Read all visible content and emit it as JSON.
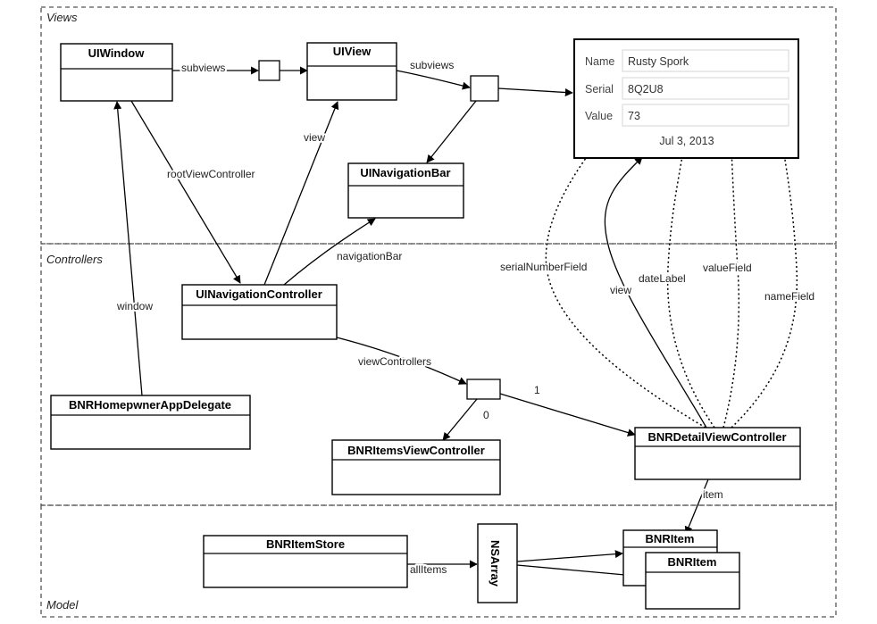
{
  "zones": {
    "views": "Views",
    "controllers": "Controllers",
    "model": "Model"
  },
  "classes": {
    "ui_window": "UIWindow",
    "ui_view": "UIView",
    "ui_navigation_bar": "UINavigationBar",
    "ui_navigation_controller": "UINavigationController",
    "app_delegate": "BNRHomepwnerAppDelegate",
    "items_view_controller": "BNRItemsViewController",
    "detail_view_controller": "BNRDetailViewController",
    "item_store": "BNRItemStore",
    "ns_array": "NSArray",
    "item_back": "BNRItem",
    "item_front": "BNRItem"
  },
  "edges": {
    "window_subviews": "subviews",
    "view_subviews": "subviews",
    "view": "view",
    "root_view_controller": "rootViewController",
    "window": "window",
    "navigation_bar": "navigationBar",
    "view_controllers": "viewControllers",
    "index_zero": "0",
    "index_one": "1",
    "serial_number_field": "serialNumberField",
    "detail_view": "view",
    "date_label": "dateLabel",
    "value_field": "valueField",
    "name_field": "nameField",
    "item": "item",
    "all_items": "allItems"
  },
  "detail_screen": {
    "name_label": "Name",
    "name_value": "Rusty Spork",
    "serial_label": "Serial",
    "serial_value": "8Q2U8",
    "value_label": "Value",
    "value_value": "73",
    "date_value": "Jul 3, 2013"
  }
}
